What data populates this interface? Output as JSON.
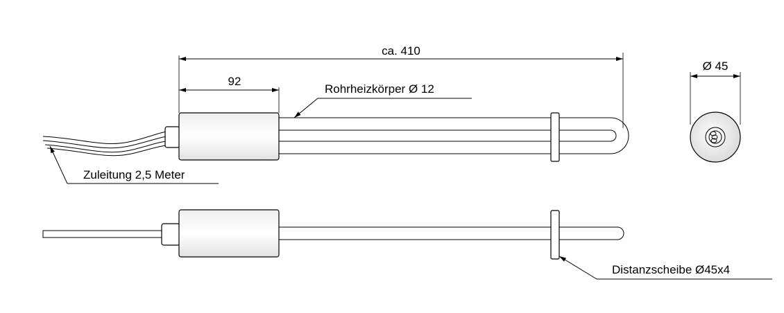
{
  "dimensions": {
    "overall_length": "ca. 410",
    "body_length": "92",
    "disc_diameter": "Ø 45"
  },
  "labels": {
    "heater_tube": "Rohrheizkörper Ø 12",
    "cable": "Zuleitung 2,5 Meter",
    "spacer_disc": "Distanzscheibe Ø45x4"
  }
}
